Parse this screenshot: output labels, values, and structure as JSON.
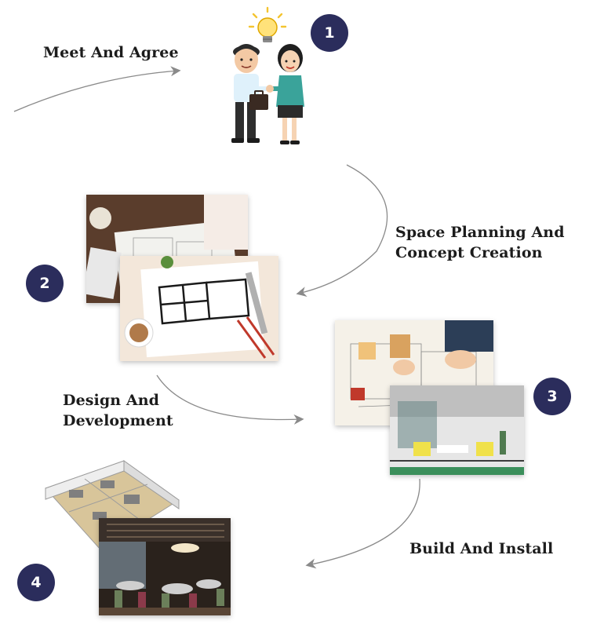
{
  "steps": [
    {
      "number": "1",
      "label": "Meet And Agree"
    },
    {
      "number": "2",
      "label_lines": [
        "Space Planning And",
        "Concept Creation"
      ]
    },
    {
      "number": "3",
      "label_lines": [
        "Design And",
        "Development"
      ]
    },
    {
      "number": "4",
      "label": "Build And Install"
    }
  ],
  "colors": {
    "badge": "#2b2d5c",
    "arrow": "#8a8a8a",
    "text": "#1c1c1c"
  },
  "icons": [
    "lightbulb-icon",
    "handshake-illustration"
  ]
}
